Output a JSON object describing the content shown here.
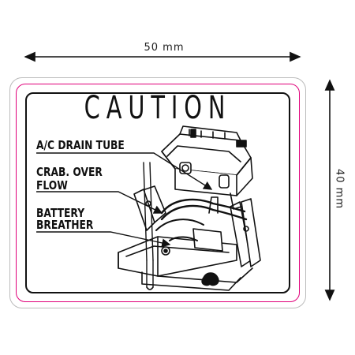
{
  "dimensions": {
    "width_label": "50 mm",
    "height_label": "40 mm"
  },
  "label": {
    "title": "CAUTION",
    "callouts": {
      "ac_drain_tube": "A/C  DRAIN TUBE",
      "crab_over_flow_line1": "CRAB. OVER",
      "crab_over_flow_line2": "FLOW",
      "battery_breather_line1": "BATTERY",
      "battery_breather_line2": "BREATHER"
    }
  },
  "colors": {
    "ink": "#111111",
    "bleed_line": "#e0007a",
    "cut_line": "#bbbbbb"
  }
}
